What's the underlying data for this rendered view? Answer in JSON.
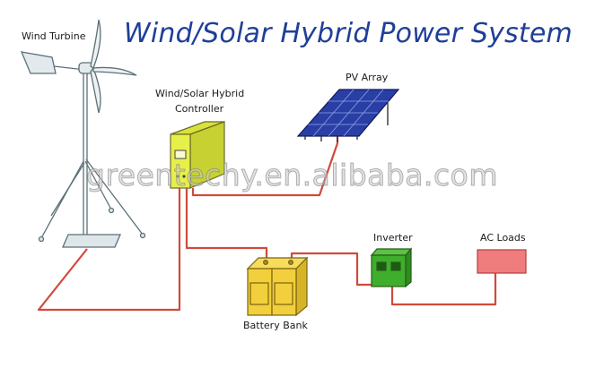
{
  "title": "Wind/Solar Hybrid Power System",
  "watermark": "greentechy.en.alibaba.com",
  "components": {
    "wind_turbine": "Wind Turbine",
    "controller_line1": "Wind/Solar Hybrid",
    "controller_line2": "Controller",
    "pv_array": "PV Array",
    "battery_bank": "Battery Bank",
    "inverter": "Inverter",
    "ac_loads": "AC Loads"
  },
  "colors": {
    "title": "#1f3f98",
    "wire": "#d04a3a",
    "controller": "#e6f04a",
    "battery": "#f2cf3c",
    "inverter": "#3fae2c",
    "ac_loads": "#f07d7d",
    "pv_panel": "#2a3fa5"
  }
}
